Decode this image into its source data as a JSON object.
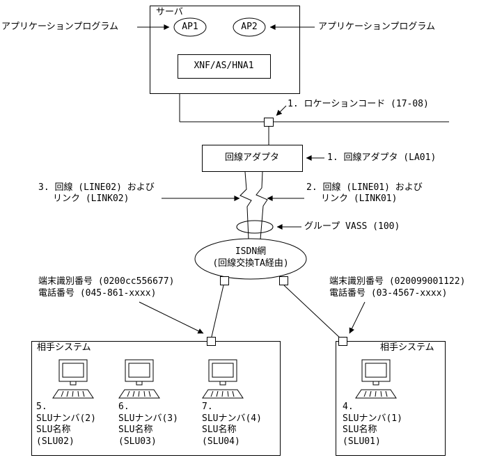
{
  "server": {
    "title": "サーバ",
    "ap1": "AP1",
    "ap2": "AP2",
    "middleware": "XNF/AS/HNA1"
  },
  "adapter": {
    "label": "回線アダプタ"
  },
  "isdn": {
    "line1": "ISDN網",
    "line2": "(回線交換TA経由)"
  },
  "annotations": {
    "app_left": "アプリケーションプログラム",
    "app_right": "アプリケーションプログラム",
    "location_code": "1. ロケーションコード (17-08)",
    "adapter": "1. 回線アダプタ (LA01)",
    "line02_1": "3. 回線 (LINE02) および",
    "line02_2": "リンク (LINK02)",
    "line01_1": "2. 回線 (LINE01) および",
    "line01_2": "リンク (LINK01)",
    "group": "グループ VASS (100)",
    "terminal_left_id": "端末識別番号 (0200cc556677)",
    "terminal_left_tel": "電話番号 (045-861-xxxx)",
    "terminal_right_id": "端末識別番号 (020099001122)",
    "terminal_right_tel": "電話番号 (03-4567-xxxx)"
  },
  "left_system": {
    "title": "相手システム",
    "terminals": [
      {
        "num": "5.",
        "slu_no": "SLUナンバ(2)",
        "name_label": "SLU名称",
        "name_value": "(SLU02)"
      },
      {
        "num": "6.",
        "slu_no": "SLUナンバ(3)",
        "name_label": "SLU名称",
        "name_value": "(SLU03)"
      },
      {
        "num": "7.",
        "slu_no": "SLUナンバ(4)",
        "name_label": "SLU名称",
        "name_value": "(SLU04)"
      }
    ]
  },
  "right_system": {
    "title": "相手システム",
    "terminals": [
      {
        "num": "4.",
        "slu_no": "SLUナンバ(1)",
        "name_label": "SLU名称",
        "name_value": "(SLU01)"
      }
    ]
  }
}
